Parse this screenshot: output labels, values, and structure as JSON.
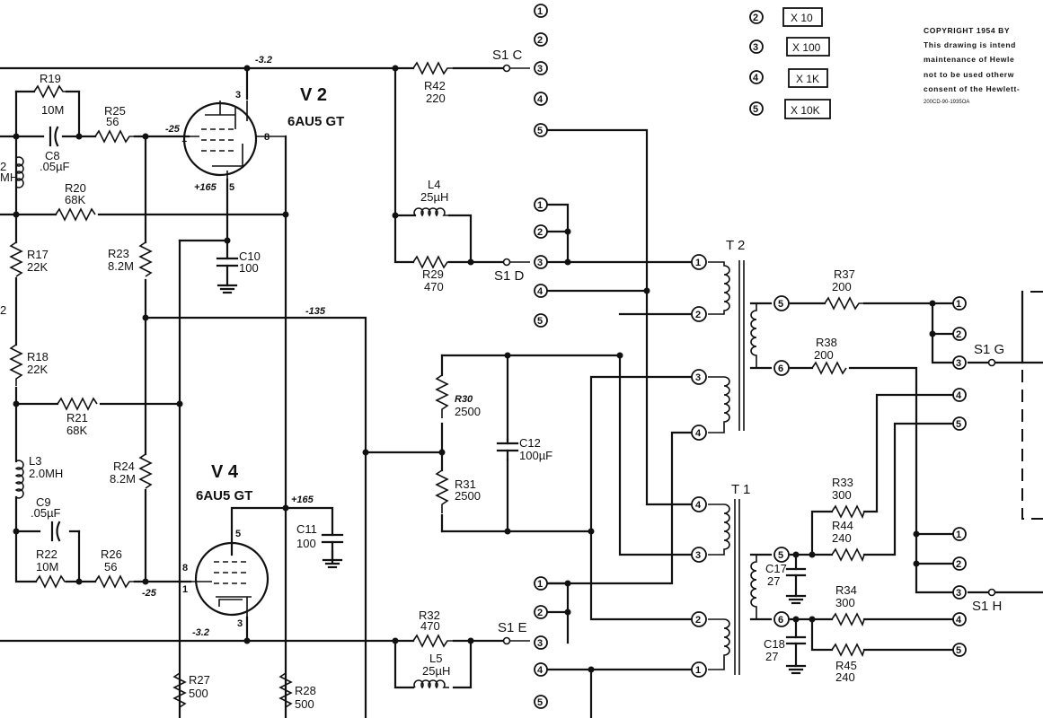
{
  "tubes": {
    "v2": {
      "name": "V 2",
      "type": "6AU5 GT",
      "pins": [
        "3",
        "1",
        "8",
        "5"
      ]
    },
    "v4": {
      "name": "V 4",
      "type": "6AU5 GT",
      "pins": [
        "5",
        "8",
        "1",
        "3"
      ]
    }
  },
  "voltages": {
    "v2_plate": "-3.2",
    "v2_grid": "-25",
    "v2_screen": "+165",
    "mid": "-135",
    "v4_screen": "+165",
    "v4_grid": "-25",
    "v4_plate": "-3.2"
  },
  "components": {
    "r19": {
      "ref": "R19",
      "value": "10M"
    },
    "r25": {
      "ref": "R25",
      "value": "56"
    },
    "c8": {
      "ref": "C8",
      "value": ".05µF"
    },
    "r20": {
      "ref": "R20",
      "value": "68K"
    },
    "r17": {
      "ref": "R17",
      "value": "22K"
    },
    "r23": {
      "ref": "R23",
      "value": "8.2M"
    },
    "r18": {
      "ref": "R18",
      "value": "22K"
    },
    "r21": {
      "ref": "R21",
      "value": "68K"
    },
    "l3": {
      "ref": "L3",
      "value": "2.0MH"
    },
    "c9": {
      "ref": "C9",
      "value": ".05µF"
    },
    "r24": {
      "ref": "R24",
      "value": "8.2M"
    },
    "r22": {
      "ref": "R22",
      "value": "10M"
    },
    "r26": {
      "ref": "R26",
      "value": "56"
    },
    "r27": {
      "ref": "R27",
      "value": "500"
    },
    "r28": {
      "ref": "R28",
      "value": "500"
    },
    "c10": {
      "ref": "C10",
      "value": "100"
    },
    "c11": {
      "ref": "C11",
      "value": "100"
    },
    "r42": {
      "ref": "R42",
      "value": "220"
    },
    "l4": {
      "ref": "L4",
      "value": "25µH"
    },
    "r29": {
      "ref": "R29",
      "value": "470"
    },
    "r30": {
      "ref": "R30",
      "value": "2500"
    },
    "r31": {
      "ref": "R31",
      "value": "2500"
    },
    "c12": {
      "ref": "C12",
      "value": "100µF"
    },
    "r32": {
      "ref": "R32",
      "value": "470"
    },
    "l5": {
      "ref": "L5",
      "value": "25µH"
    },
    "r37": {
      "ref": "R37",
      "value": "200"
    },
    "r38": {
      "ref": "R38",
      "value": "200"
    },
    "r33": {
      "ref": "R33",
      "value": "300"
    },
    "r44": {
      "ref": "R44",
      "value": "240"
    },
    "r34": {
      "ref": "R34",
      "value": "300"
    },
    "r45": {
      "ref": "R45",
      "value": "240"
    },
    "c17": {
      "ref": "C17",
      "value": "27"
    },
    "c18": {
      "ref": "C18",
      "value": "27"
    },
    "l2_partial": "2",
    "l2_partial_unit": "MH",
    "left_edge_mark": "2"
  },
  "switches": {
    "sic": "S1 C",
    "sid": "S1 D",
    "sie": "S1 E",
    "sig": "S1 G",
    "sih": "S1 H"
  },
  "transformers": {
    "t2": "T 2",
    "t1": "T 1"
  },
  "switch_positions": {
    "p1": "1",
    "p2": "2",
    "p3": "3",
    "p4": "4",
    "p5": "5"
  },
  "multiplier_legend": [
    {
      "pos": "2",
      "label": "X 10"
    },
    {
      "pos": "3",
      "label": "X 100"
    },
    {
      "pos": "4",
      "label": "X 1K"
    },
    {
      "pos": "5",
      "label": "X 10K"
    }
  ],
  "copyright": {
    "lines": [
      "COPYRIGHT 1954 BY",
      "This drawing is intend",
      "maintenance of Hewle",
      "not to be used otherw",
      "consent of the Hewlett-"
    ],
    "code": "200CD-90-1935OA"
  },
  "chart_data": {
    "type": "schematic",
    "tubes": [
      "V2 6AU5 GT",
      "V4 6AU5 GT"
    ],
    "transformers": [
      "T2",
      "T1"
    ],
    "switch_sections": [
      "S1 C",
      "S1 D",
      "S1 E",
      "S1 G",
      "S1 H"
    ],
    "multipliers": [
      "X 10",
      "X 100",
      "X 1K",
      "X 10K"
    ]
  }
}
